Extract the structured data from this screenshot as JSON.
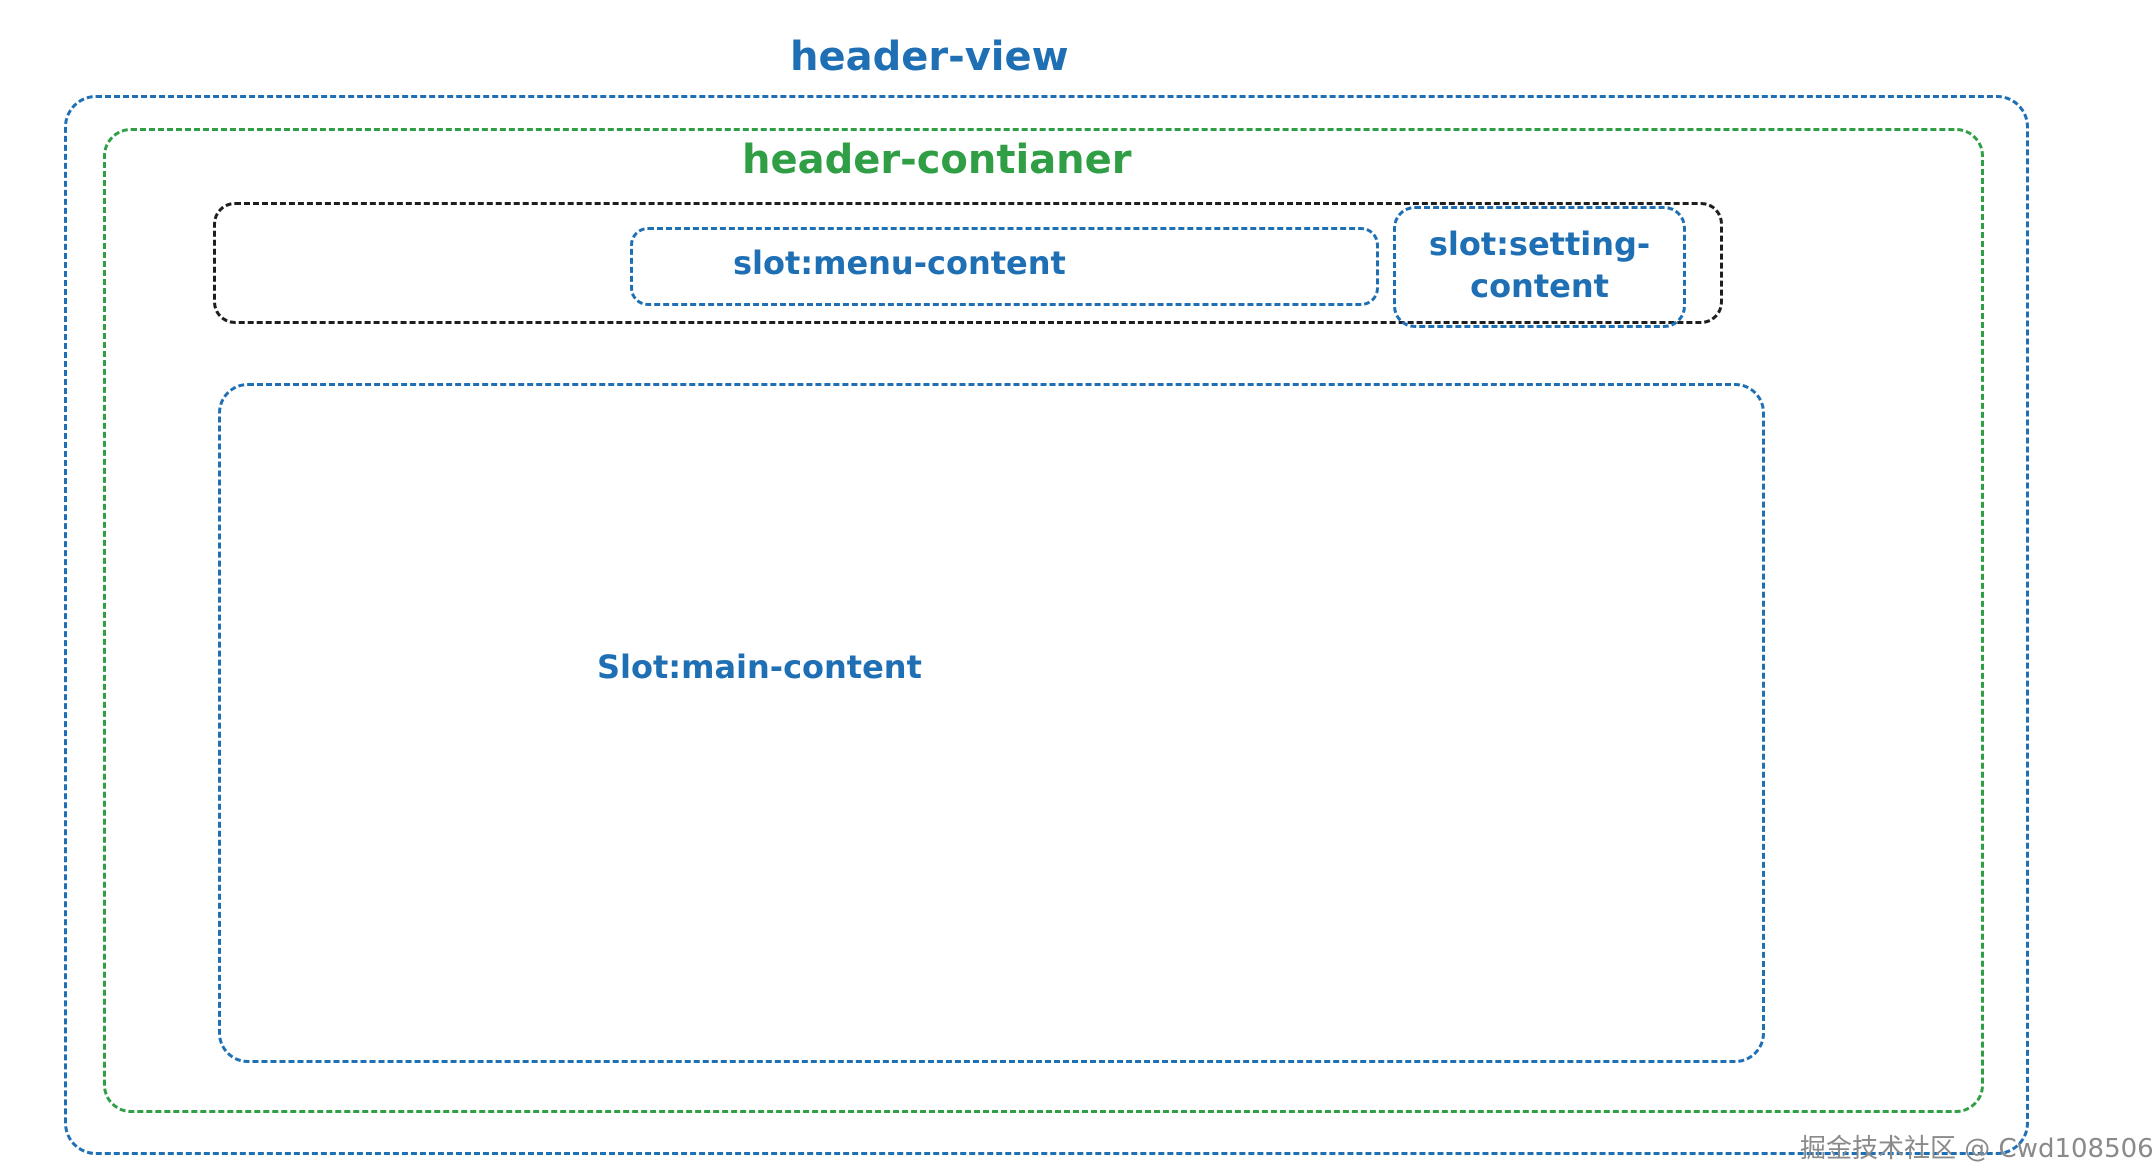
{
  "colors": {
    "blue": "#1f6fb5",
    "green": "#2f9e44",
    "black": "#1e1e1e"
  },
  "diagram": {
    "header_view": {
      "label": "header-view"
    },
    "header_container": {
      "label": "header-contianer"
    },
    "menu_slot": {
      "label": "slot:menu-content"
    },
    "setting_slot": {
      "label": "slot:setting-content"
    },
    "main_slot": {
      "label": "Slot:main-content"
    }
  },
  "watermark": "掘金技术社区 @ Cwd108506"
}
